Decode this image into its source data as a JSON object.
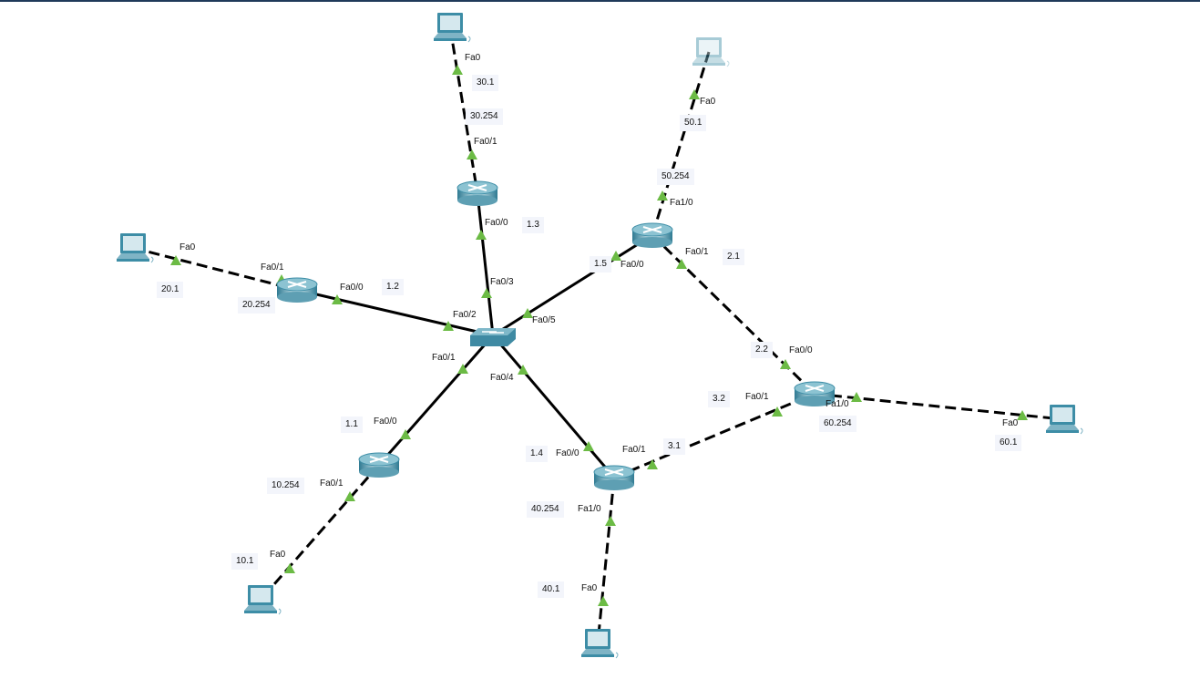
{
  "colors": {
    "link": "#000000",
    "port_up": "#6cbb45",
    "device": "#3d8da6",
    "label_bg": "#f3f5fb"
  },
  "devices": [
    {
      "id": "pc30",
      "type": "pc"
    },
    {
      "id": "r30",
      "type": "router"
    },
    {
      "id": "pc50",
      "type": "pc",
      "faded": true
    },
    {
      "id": "r50",
      "type": "router"
    },
    {
      "id": "pc20",
      "type": "pc"
    },
    {
      "id": "r20",
      "type": "router"
    },
    {
      "id": "sw",
      "type": "switch"
    },
    {
      "id": "r10",
      "type": "router"
    },
    {
      "id": "pc10",
      "type": "pc"
    },
    {
      "id": "r40",
      "type": "router"
    },
    {
      "id": "pc40",
      "type": "pc"
    },
    {
      "id": "r60",
      "type": "router"
    },
    {
      "id": "pc60",
      "type": "pc"
    }
  ],
  "links": [
    {
      "a": "pc30",
      "b": "r30",
      "cable": "crossover"
    },
    {
      "a": "r30",
      "b": "sw",
      "cable": "straight"
    },
    {
      "a": "pc50",
      "b": "r50",
      "cable": "crossover"
    },
    {
      "a": "r50",
      "b": "sw",
      "cable": "straight"
    },
    {
      "a": "r50",
      "b": "r60",
      "cable": "crossover"
    },
    {
      "a": "pc20",
      "b": "r20",
      "cable": "crossover"
    },
    {
      "a": "r20",
      "b": "sw",
      "cable": "straight"
    },
    {
      "a": "sw",
      "b": "r10",
      "cable": "straight"
    },
    {
      "a": "r10",
      "b": "pc10",
      "cable": "crossover"
    },
    {
      "a": "sw",
      "b": "r40",
      "cable": "straight"
    },
    {
      "a": "r40",
      "b": "pc40",
      "cable": "crossover"
    },
    {
      "a": "r40",
      "b": "r60",
      "cable": "crossover"
    },
    {
      "a": "r60",
      "b": "pc60",
      "cable": "crossover"
    }
  ],
  "port_labels": [
    "Fa0",
    "Fa0/1",
    "Fa0/0",
    "Fa0/3",
    "Fa0",
    "Fa1/0",
    "Fa0/1",
    "Fa0/0",
    "Fa0/5",
    "Fa0",
    "Fa0/1",
    "Fa0/0",
    "Fa0/2",
    "Fa0/1",
    "Fa0/4",
    "Fa0/0",
    "Fa0/1",
    "Fa0",
    "Fa0/0",
    "Fa0/1",
    "Fa1/0",
    "Fa0",
    "Fa0/0",
    "Fa0/1",
    "Fa1/0",
    "Fa0"
  ],
  "ip_labels": [
    "30.1",
    "30.254",
    "1.3",
    "50.1",
    "50.254",
    "2.1",
    "1.5",
    "20.1",
    "20.254",
    "1.2",
    "2.2",
    "3.2",
    "1.1",
    "10.254",
    "10.1",
    "1.4",
    "3.1",
    "40.254",
    "40.1",
    "60.254",
    "60.1"
  ]
}
